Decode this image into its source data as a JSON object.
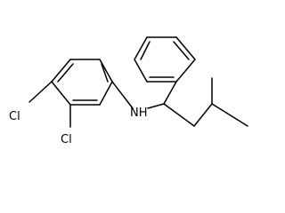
{
  "molecule": {
    "atoms": {
      "cl_upper": "Cl",
      "cl_lower": "Cl",
      "amine": "NH"
    },
    "colors": {
      "bond": "#000000",
      "label": "#000000",
      "background": "#ffffff"
    }
  }
}
